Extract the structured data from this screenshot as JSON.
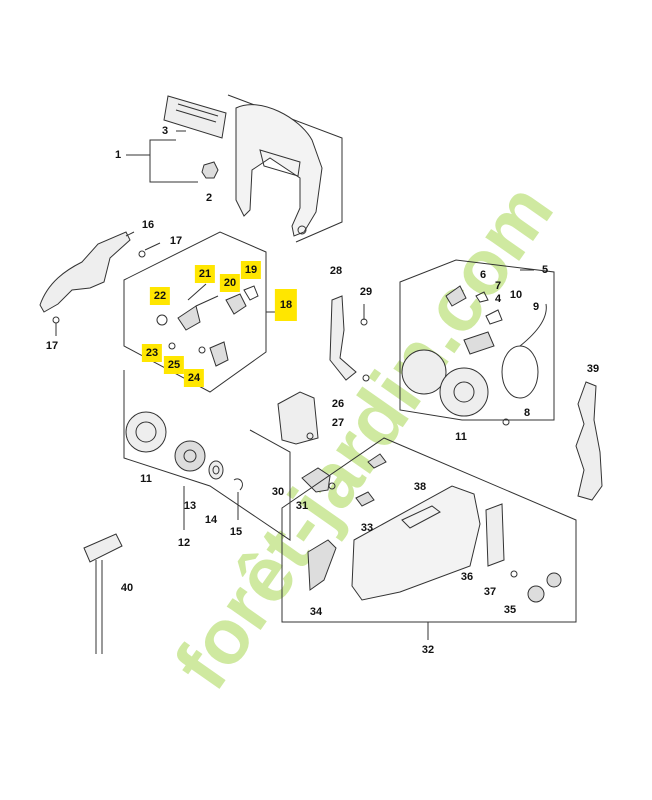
{
  "parts": {
    "p1": "1",
    "p2": "2",
    "p3": "3",
    "p4": "4",
    "p5": "5",
    "p6": "6",
    "p7": "7",
    "p8": "8",
    "p9": "9",
    "p10": "10",
    "p11a": "11",
    "p11b": "11",
    "p12": "12",
    "p13": "13",
    "p14": "14",
    "p15": "15",
    "p16": "16",
    "p17a": "17",
    "p17b": "17",
    "p18": "18",
    "p19": "19",
    "p20": "20",
    "p21": "21",
    "p22": "22",
    "p23": "23",
    "p24": "24",
    "p25": "25",
    "p26": "26",
    "p27": "27",
    "p28": "28",
    "p29": "29",
    "p30": "30",
    "p31": "31",
    "p32": "32",
    "p33": "33",
    "p34": "34",
    "p35": "35",
    "p36": "36",
    "p37": "37",
    "p38": "38",
    "p39": "39",
    "p40": "40"
  },
  "highlighted": [
    "18",
    "19",
    "20",
    "21",
    "22",
    "23",
    "24",
    "25"
  ],
  "highlight_color": "#ffe600",
  "watermark": {
    "text": "forêt-jardin.com",
    "color_green": "#cfe9a0",
    "color_orange": "#f6c89a",
    "color_grey": "#d8d2c8"
  }
}
